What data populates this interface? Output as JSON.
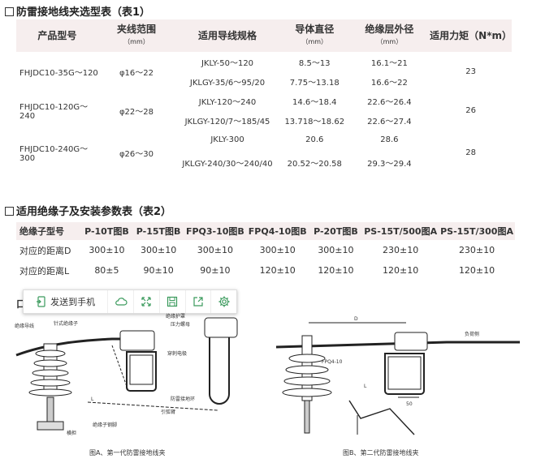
{
  "table1": {
    "title": "防雷接地线夹选型表（表1）",
    "headers": [
      {
        "main": "产品型号",
        "unit": ""
      },
      {
        "main": "夹线范围",
        "unit": "（mm）"
      },
      {
        "main": "适用导线规格",
        "unit": ""
      },
      {
        "main": "导体直径",
        "unit": "（mm）"
      },
      {
        "main": "绝缘层外径",
        "unit": "（mm）"
      },
      {
        "main": "适用力矩（N*m）",
        "unit": ""
      }
    ],
    "groups": [
      {
        "model": "FHJDC10-35G～120",
        "range": "φ16～22",
        "torque": "23",
        "rows": [
          {
            "spec": "JKLY-50～120",
            "diam": "8.5～13",
            "outer": "16.1～21"
          },
          {
            "spec": "JKLGY-35/6～95/20",
            "diam": "7.75～13.18",
            "outer": "16.6～22"
          }
        ]
      },
      {
        "model": "FHJDC10-120G～240",
        "range": "φ22～28",
        "torque": "26",
        "rows": [
          {
            "spec": "JKLY-120～240",
            "diam": "14.6～18.4",
            "outer": "22.6～26.4"
          },
          {
            "spec": "JKLGY-120/7～185/45",
            "diam": "13.718～18.62",
            "outer": "22.6～27.4"
          }
        ]
      },
      {
        "model": "FHJDC10-240G～300",
        "range": "φ26～30",
        "torque": "28",
        "rows": [
          {
            "spec": "JKLY-300",
            "diam": "20.6",
            "outer": "28.6"
          },
          {
            "spec": "JKLGY-240/30～240/40",
            "diam": "20.52～20.58",
            "outer": "29.3～29.4"
          }
        ]
      }
    ]
  },
  "table2": {
    "title": "适用绝缘子及安装参数表（表2）",
    "header": [
      "绝缘子型号",
      "P-10T图B",
      "P-15T图B",
      "FPQ3-10图B",
      "FPQ4-10图B",
      "P-20T图B",
      "PS-15T/500图A",
      "PS-15T/300图A"
    ],
    "rows": [
      {
        "label": "对应的距离D",
        "values": [
          "300±10",
          "300±10",
          "300±10",
          "300±10",
          "300±10",
          "230±10",
          "230±10"
        ]
      },
      {
        "label": "对应的距离L",
        "values": [
          "80±5",
          "90±10",
          "90±10",
          "120±10",
          "120±10",
          "120±10",
          "120±10"
        ]
      }
    ]
  },
  "toolbar": {
    "send_label": "发送到手机",
    "icons": [
      "send-phone-icon",
      "cloud-icon",
      "expand-icon",
      "save-icon",
      "share-icon",
      "gear-icon"
    ],
    "accent": "#3a9a5c"
  },
  "diagram": {
    "section_box_letter": "口",
    "fig_a": {
      "caption": "图A、第一代防雷接地线夹",
      "labels": {
        "insulated_wire": "绝缘导线",
        "pin_insulator": "针式绝缘子",
        "shield": "绝缘护罩",
        "pressure_nut": "压力螺母",
        "pierce": "穿刺电极",
        "arc_arm": "引弧臂",
        "ground_ring": "防雷接地环",
        "steel_foot": "绝缘子钢脚",
        "crossarm": "横担",
        "dim_l": "L"
      }
    },
    "fig_b": {
      "caption": "图B、第二代防雷接地线夹",
      "labels": {
        "dim_d": "D",
        "load_side": "负荷侧",
        "model": "FPQ4-10",
        "dim_l": "L",
        "dim_50": "50"
      }
    }
  }
}
